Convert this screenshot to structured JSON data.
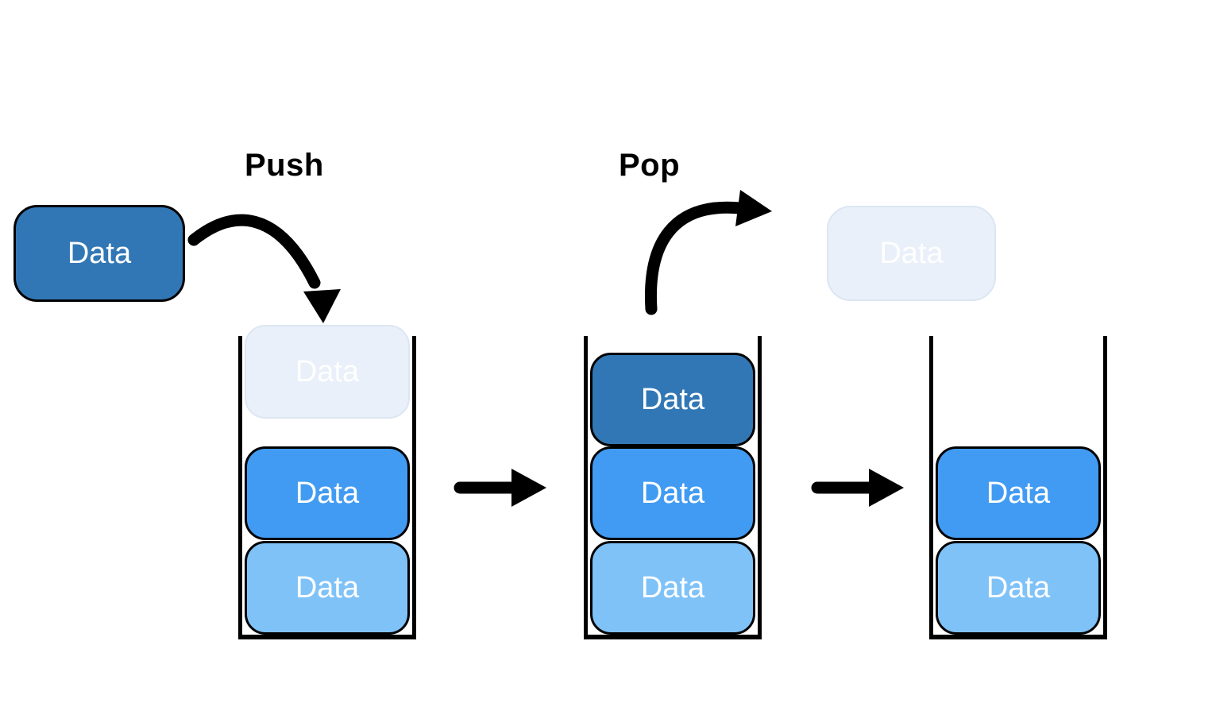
{
  "diagram": {
    "push_label": "Push",
    "pop_label": "Pop"
  },
  "input_box": {
    "label": "Data"
  },
  "popped_box": {
    "label": "Data"
  },
  "stacks": [
    {
      "name": "stack-during-push",
      "boxes": [
        {
          "label": "Data",
          "variant": "ghost"
        },
        {
          "label": "Data",
          "variant": "medium"
        },
        {
          "label": "Data",
          "variant": "light"
        }
      ]
    },
    {
      "name": "stack-after-push",
      "boxes": [
        {
          "label": "Data",
          "variant": "dark"
        },
        {
          "label": "Data",
          "variant": "medium"
        },
        {
          "label": "Data",
          "variant": "light"
        }
      ]
    },
    {
      "name": "stack-after-pop",
      "boxes": [
        {
          "label": "Data",
          "variant": "medium"
        },
        {
          "label": "Data",
          "variant": "light"
        }
      ]
    }
  ],
  "colors": {
    "dark_blue": "#3277B5",
    "medium_blue": "#429BF2",
    "light_blue": "#7FC2F8",
    "ghost_fill": "#E9F0F9",
    "ghost_border": "#DCE6F2",
    "outline": "#000000"
  }
}
